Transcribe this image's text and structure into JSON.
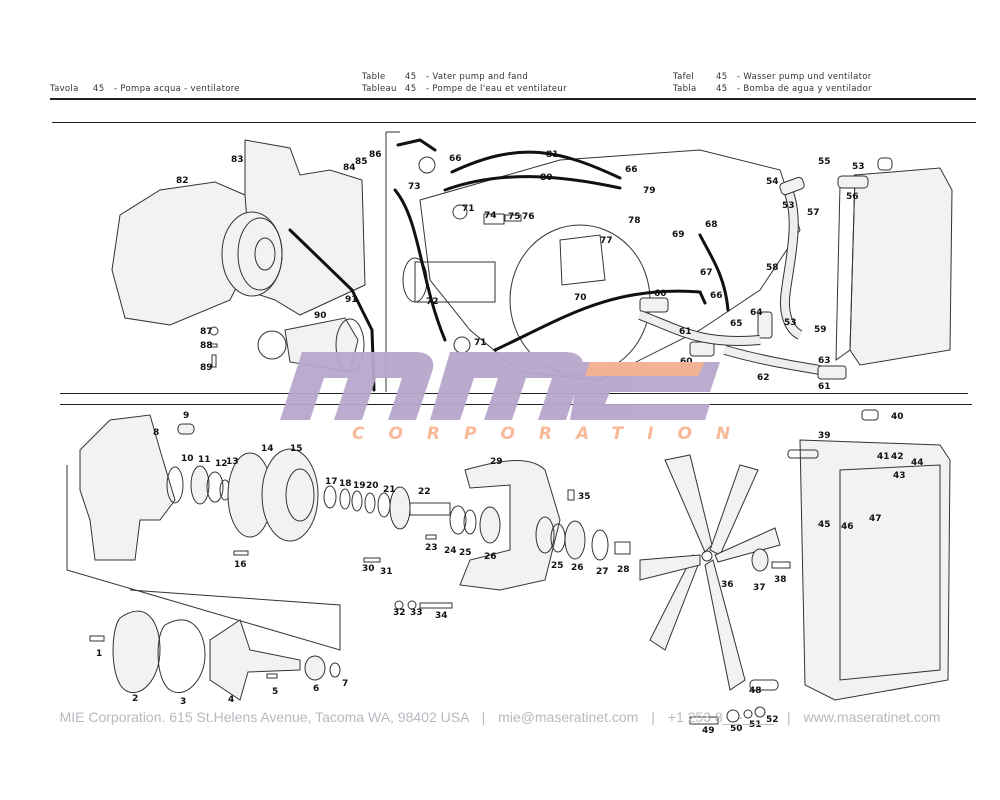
{
  "header": {
    "italian": {
      "word": "Tavola",
      "number": "45",
      "title": "- Pompa acqua - ventilatore"
    },
    "english": {
      "word": "Table",
      "number": "45",
      "title": "- Vater pump and fand"
    },
    "french": {
      "word": "Tableau",
      "number": "45",
      "title": "- Pompe de l'eau et ventilateur"
    },
    "german": {
      "word": "Tafel",
      "number": "45",
      "title": "- Wasser pump und ventilator"
    },
    "spanish": {
      "word": "Tabla",
      "number": "45",
      "title": "- Bomba de agua y ventilador"
    }
  },
  "watermark": {
    "logo_text": "mie",
    "subtitle": "CORPORATION",
    "colors": {
      "logo": "#b7a6cc",
      "subtitle": "#f8b28e"
    }
  },
  "diagram": {
    "top_left_panel": {
      "labels": [
        "82",
        "83",
        "84",
        "85",
        "86",
        "87",
        "88",
        "89",
        "90",
        "91"
      ]
    },
    "top_center_panel": {
      "labels": [
        "66",
        "73",
        "71",
        "81",
        "80",
        "66",
        "79",
        "74",
        "75",
        "76",
        "77",
        "78",
        "72",
        "70",
        "71",
        "60",
        "61",
        "60",
        "69",
        "68",
        "67",
        "66",
        "65"
      ]
    },
    "top_right_panel": {
      "labels": [
        "55",
        "53",
        "54",
        "53",
        "56",
        "57",
        "58",
        "64",
        "53",
        "59",
        "63",
        "61",
        "62"
      ]
    },
    "bottom_panel": {
      "labels": [
        "8",
        "9",
        "10",
        "11",
        "12",
        "13",
        "14",
        "15",
        "16",
        "17",
        "18",
        "19",
        "20",
        "21",
        "22",
        "23",
        "24",
        "25",
        "26",
        "29",
        "30",
        "31",
        "32",
        "33",
        "34",
        "35",
        "25",
        "26",
        "27",
        "28",
        "36",
        "37",
        "38",
        "39",
        "40",
        "41",
        "42",
        "43",
        "44",
        "45",
        "46",
        "47",
        "48",
        "49",
        "50",
        "51",
        "52",
        "1",
        "2",
        "3",
        "4",
        "5",
        "6",
        "7"
      ]
    }
  },
  "footer": {
    "company": "MIE Corporation. 615 St.Helens Avenue, Tacoma WA, 98402 USA",
    "email": "mie@maseratinet.com",
    "phone": "+1 253 8__-____",
    "website": "www.maseratinet.com",
    "separator": "|"
  }
}
